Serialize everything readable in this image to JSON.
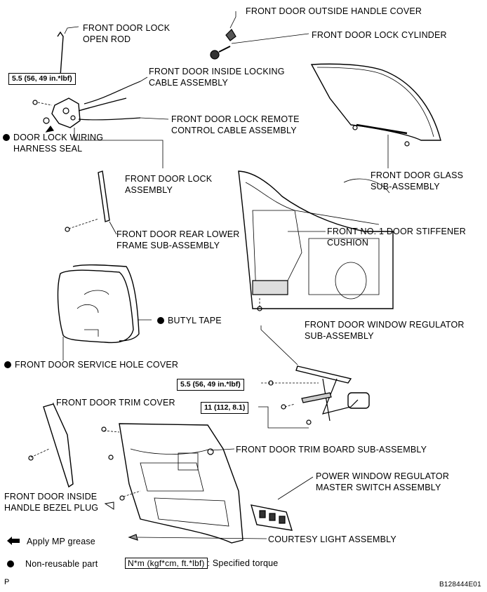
{
  "parts": {
    "outside_handle_cover": "FRONT DOOR OUTSIDE HANDLE COVER",
    "lock_cylinder": "FRONT DOOR LOCK CYLINDER",
    "lock_open_rod_1": "FRONT DOOR LOCK",
    "lock_open_rod_2": "OPEN ROD",
    "inside_locking_cable_1": "FRONT DOOR INSIDE LOCKING",
    "inside_locking_cable_2": "CABLE ASSEMBLY",
    "remote_control_cable_1": "FRONT DOOR LOCK REMOTE",
    "remote_control_cable_2": "CONTROL CABLE ASSEMBLY",
    "wiring_harness_seal_1": "DOOR LOCK WIRING",
    "wiring_harness_seal_2": "HARNESS SEAL",
    "lock_assembly_1": "FRONT DOOR LOCK",
    "lock_assembly_2": "ASSEMBLY",
    "door_glass_1": "FRONT DOOR GLASS",
    "door_glass_2": "SUB-ASSEMBLY",
    "rear_lower_frame_1": "FRONT DOOR REAR LOWER",
    "rear_lower_frame_2": "FRAME SUB-ASSEMBLY",
    "stiffener_cushion_1": "FRONT NO. 1 DOOR STIFFENER",
    "stiffener_cushion_2": "CUSHION",
    "butyl_tape": "BUTYL TAPE",
    "window_regulator_1": "FRONT DOOR WINDOW REGULATOR",
    "window_regulator_2": "SUB-ASSEMBLY",
    "service_hole_cover": "FRONT DOOR SERVICE HOLE COVER",
    "trim_cover": "FRONT DOOR TRIM COVER",
    "trim_board": "FRONT DOOR TRIM BOARD SUB-ASSEMBLY",
    "master_switch_1": "POWER WINDOW REGULATOR",
    "master_switch_2": "MASTER SWITCH ASSEMBLY",
    "bezel_plug_1": "FRONT DOOR INSIDE",
    "bezel_plug_2": "HANDLE BEZEL PLUG",
    "courtesy_light": "COURTESY LIGHT ASSEMBLY"
  },
  "torques": {
    "lock": "5.5 (56, 49 in.*lbf)",
    "regulator_upper": "5.5 (56, 49 in.*lbf)",
    "regulator_lower": "11 (112, 8.1)"
  },
  "legend": {
    "grease": "Apply MP grease",
    "non_reusable": "Non-reusable part",
    "torque_box": "N*m (kgf*cm, ft.*lbf)",
    "torque_text": ": Specified torque"
  },
  "footer": {
    "left": "P",
    "code": "B128444E01"
  },
  "icons": {
    "non_reusable": "filled-circle-icon",
    "grease": "arrow-left-icon"
  }
}
